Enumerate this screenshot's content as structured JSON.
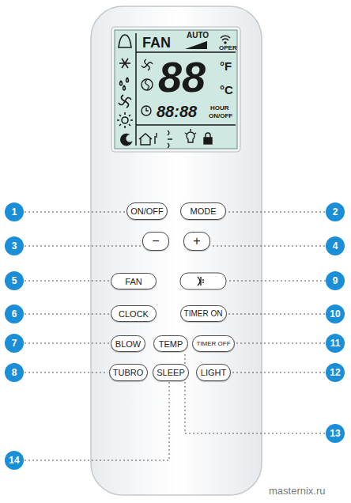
{
  "diagram": {
    "nodes": [
      {
        "text": [
          "1"
        ]
      },
      {
        "text": [
          "ON/OFF"
        ]
      },
      {
        "text": [
          "MODE"
        ]
      },
      {
        "text": [
          "2"
        ]
      },
      {
        "text": [
          "3"
        ]
      },
      {
        "text": [
          "−"
        ]
      },
      {
        "text": [
          "+"
        ]
      },
      {
        "text": [
          "4"
        ]
      },
      {
        "text": [
          "5"
        ]
      },
      {
        "text": [
          "FAN"
        ]
      },
      {
        "text": [
          "9"
        ]
      },
      {
        "text": [
          "6"
        ]
      },
      {
        "text": [
          "CLOCK"
        ]
      },
      {
        "text": [
          "TIMER ON"
        ]
      },
      {
        "text": [
          "10"
        ]
      },
      {
        "text": [
          "7"
        ]
      },
      {
        "text": [
          "BLOW"
        ]
      },
      {
        "text": [
          "TEMP"
        ]
      },
      {
        "text": [
          "TIMER OFF"
        ]
      },
      {
        "text": [
          "11"
        ]
      },
      {
        "text": [
          "8"
        ]
      },
      {
        "text": [
          "TUBRO"
        ]
      },
      {
        "text": [
          "SLEEP"
        ]
      },
      {
        "text": [
          "LIGHT"
        ]
      },
      {
        "text": [
          "12"
        ]
      },
      {
        "text": [
          "13"
        ]
      },
      {
        "text": [
          "14"
        ]
      }
    ],
    "edges": [
      {
        "from": 0,
        "to": 1,
        "arrow": "none"
      },
      {
        "from": 3,
        "to": 2,
        "arrow": "none"
      },
      {
        "from": 4,
        "to": 5,
        "arrow": "none"
      },
      {
        "from": 7,
        "to": 6,
        "arrow": "none"
      },
      {
        "from": 8,
        "to": 9,
        "arrow": "none"
      },
      {
        "from": 11,
        "to": 12,
        "arrow": "none"
      },
      {
        "from": 14,
        "to": 13,
        "arrow": "none"
      },
      {
        "from": 15,
        "to": 16,
        "arrow": "none"
      },
      {
        "from": 19,
        "to": 18,
        "arrow": "none"
      },
      {
        "from": 20,
        "to": 21,
        "arrow": "none"
      },
      {
        "from": 24,
        "to": 23,
        "arrow": "none"
      },
      {
        "from": 25,
        "to": 17,
        "arrow": "none"
      },
      {
        "from": 26,
        "to": 22,
        "arrow": "none"
      }
    ],
    "labels": [
      "FAN",
      "AUTO",
      "OPER",
      "88",
      "°F",
      "°C",
      "88:88",
      "HOUR",
      "ON/OFF",
      "masternix.ru"
    ]
  }
}
